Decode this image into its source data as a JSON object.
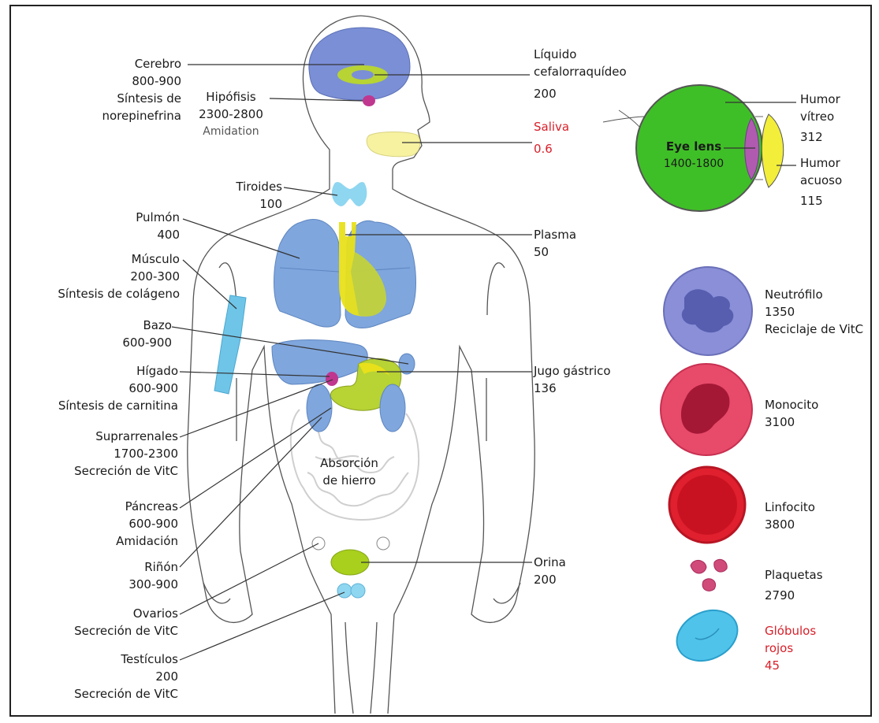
{
  "organs": {
    "cerebro": {
      "name": "Cerebro",
      "value": "800-900",
      "note": "Síntesis de norepinefrina"
    },
    "hipofisis": {
      "name": "Hipófisis",
      "value": "2300-2800",
      "note": "Amidation"
    },
    "tiroides": {
      "name": "Tiroides",
      "value": "100"
    },
    "pulmon": {
      "name": "Pulmón",
      "value": "400"
    },
    "musculo": {
      "name": "Músculo",
      "value": "200-300",
      "note": "Síntesis de colágeno"
    },
    "bazo": {
      "name": "Bazo",
      "value": "600-900"
    },
    "higado": {
      "name": "Hígado",
      "value": "600-900",
      "note": "Síntesis de carnitina"
    },
    "suprarrenales": {
      "name": "Suprarrenales",
      "value": "1700-2300",
      "note": "Secreción de VitC"
    },
    "pancreas": {
      "name": "Páncreas",
      "value": "600-900",
      "note": "Amidación"
    },
    "rinon": {
      "name": "Riñón",
      "value": "300-900"
    },
    "ovarios": {
      "name": "Ovarios",
      "note": "Secreción de VitC"
    },
    "testiculos": {
      "name": "Testículos",
      "value": "200",
      "note": "Secreción de VitC"
    },
    "intestino": {
      "note": "Absorción de hierro"
    }
  },
  "fluids": {
    "lcr": {
      "name": "Líquido cefalorraquídeo",
      "value": "200"
    },
    "saliva": {
      "name": "Saliva",
      "value": "0.6"
    },
    "plasma": {
      "name": "Plasma",
      "value": "50"
    },
    "jugo": {
      "name": "Jugo gástrico",
      "value": "136"
    },
    "orina": {
      "name": "Orina",
      "value": "200"
    }
  },
  "eye": {
    "humor_vitreo": {
      "name": "Humor vítreo",
      "value": "312"
    },
    "lens": {
      "name": "Eye lens",
      "value": "1400-1800"
    },
    "humor_acuoso": {
      "name": "Humor acuoso",
      "value": "115"
    }
  },
  "cells": {
    "neutrofilo": {
      "name": "Neutrófilo",
      "value": "1350",
      "note": "Reciclaje de VitC"
    },
    "monocito": {
      "name": "Monocito",
      "value": "3100"
    },
    "linfocito": {
      "name": "Linfocito",
      "value": "3800"
    },
    "plaquetas": {
      "name": "Plaquetas",
      "value": "2790"
    },
    "globulos": {
      "name": "Glóbulos rojos",
      "value": "45"
    }
  },
  "colors": {
    "brain": "#7b8fd6",
    "lung": "#7fa6dd",
    "heart": "#e8e01a",
    "stomach": "#b7d334",
    "pink": "#c0378f",
    "thyroid": "#8fd6f0",
    "eye_green": "#3fbf27",
    "eye_yellow": "#f2ee3a",
    "neutrophil": "#8a8fd8",
    "monocyte": "#e84a6a",
    "lymphocyte": "#e0202e",
    "rbc": "#4fc3ea",
    "red_text": "#d8202a"
  }
}
